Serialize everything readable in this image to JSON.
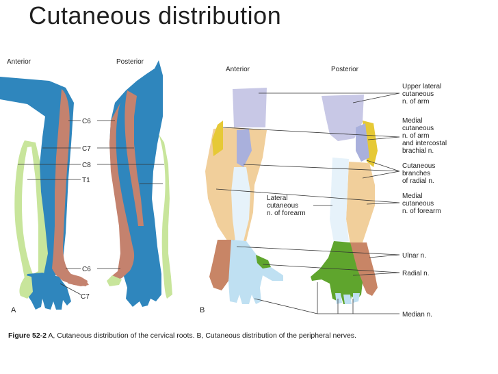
{
  "slide": {
    "title": "Cutaneous distribution"
  },
  "panel_a": {
    "letter": "A",
    "anterior": "Anterior",
    "posterior": "Posterior",
    "labels": {
      "c6_top": "C6",
      "c7_top": "C7",
      "c8": "C8",
      "t1": "T1",
      "c6_bottom": "C6",
      "c7_bottom": "C7"
    }
  },
  "panel_b": {
    "letter": "B",
    "anterior": "Anterior",
    "posterior": "Posterior",
    "upper_lateral": [
      "Upper lateral",
      "cutaneous",
      "n. of arm"
    ],
    "medial_arm": [
      "Medial",
      "cutaneous",
      "n. of arm",
      "and intercostal",
      "brachial n."
    ],
    "radial_branches": [
      "Cutaneous",
      "branches",
      "of radial n."
    ],
    "medial_forearm": [
      "Medial",
      "cutaneous",
      "n. of forearm"
    ],
    "lateral_forearm": [
      "Lateral",
      "cutaneous",
      "n. of forearm"
    ],
    "ulnar": "Ulnar n.",
    "radial": "Radial n.",
    "median": "Median n."
  },
  "caption": {
    "figure": "Figure 52-2",
    "text": " A, Cutaneous distribution of the cervical roots. B, Cutaneous distribution of the peripheral nerves."
  },
  "colors": {
    "c6_blue": "#2f86bd",
    "c7_brown": "#c4826e",
    "c8_green": "#c8e59b",
    "lavender": "#c8c8e6",
    "peach": "#f1cf9b",
    "light_blue": "#bfe0f2",
    "green": "#5fa52d",
    "yellow": "#e6c936",
    "brown": "#c88566"
  }
}
